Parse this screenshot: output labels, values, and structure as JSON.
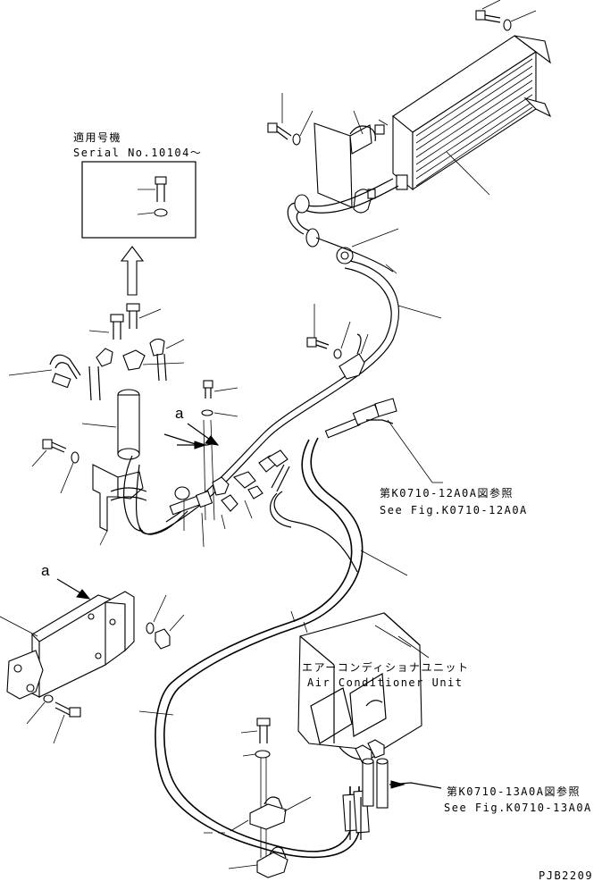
{
  "labels": {
    "applicable_model_jp": "適用号機",
    "serial_number": "Serial No.10104～",
    "view_marker_a_upper": "a",
    "view_marker_a_lower": "a",
    "ref_fig_12_jp": "第K0710-12A0A図参照",
    "ref_fig_12_en": "See Fig.K0710-12A0A",
    "ac_unit_jp": "エアーコンディショナユニット",
    "ac_unit_en": "Air Conditioner Unit",
    "ref_fig_13_jp": "第K0710-13A0A図参照",
    "ref_fig_13_en": "See Fig.K0710-13A0A",
    "drawing_code": "PJB2209"
  },
  "icons": [
    "bolt-icon",
    "washer-icon",
    "nut-icon",
    "clamp-icon",
    "hose-icon",
    "receiver-dryer-icon",
    "condenser-icon",
    "bracket-icon",
    "arrow-icon"
  ]
}
